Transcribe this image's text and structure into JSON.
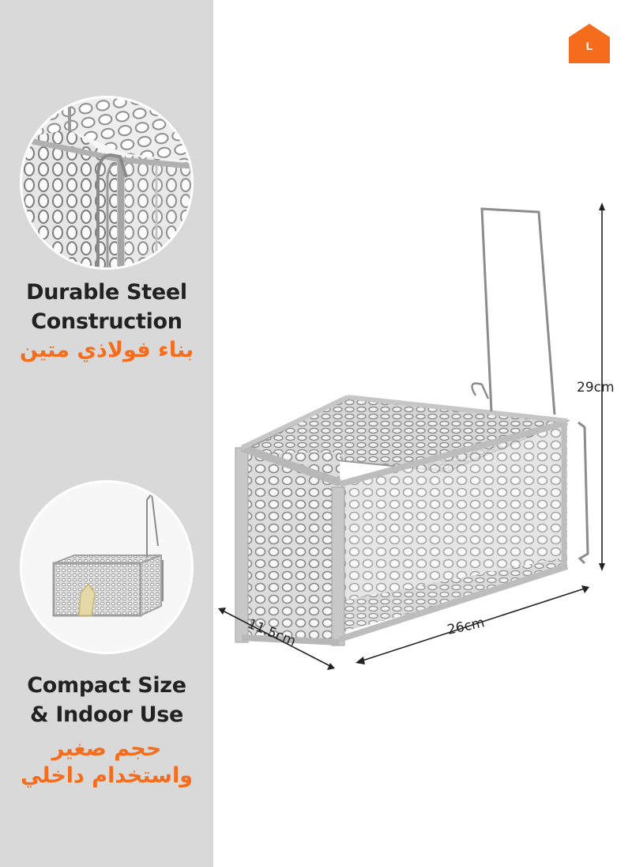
{
  "size_badge": {
    "label": "L",
    "color": "#f56c1d"
  },
  "features": [
    {
      "title_line1": "Durable Steel",
      "title_line2": "Construction",
      "arabic": "بناء فولاذي متين",
      "icon": "cage-corner-closeup-icon"
    },
    {
      "title_line1": "Compact Size",
      "title_line2": "& Indoor Use",
      "arabic_line1": "حجم صغير",
      "arabic_line2": "واستخدام داخلي",
      "icon": "cage-thumbnail-icon"
    }
  ],
  "dimensions": {
    "height": "29cm",
    "length": "26cm",
    "width": "11.5cm"
  },
  "colors": {
    "accent": "#f56c1d",
    "sidebar_bg": "#d9d9d9",
    "title_text": "#222222"
  }
}
